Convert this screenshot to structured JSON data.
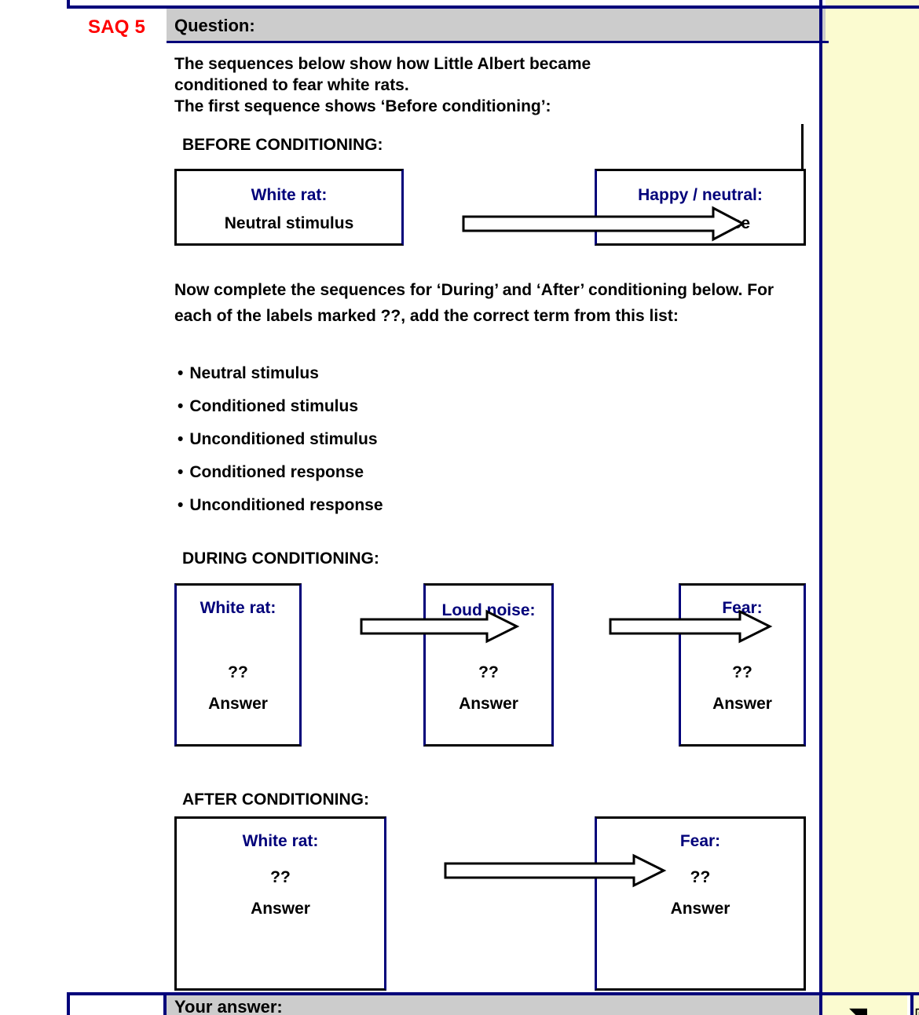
{
  "worksheet": {
    "saq_label": "SAQ 5",
    "question_header": "Question:",
    "answer_header": "Your answer:"
  },
  "intro": {
    "line1": "The sequences below show how Little Albert became",
    "line2": "conditioned to fear white rats.",
    "line3": "The first sequence shows ‘Before conditioning’:"
  },
  "instructions": {
    "text": "Now complete the sequences for ‘During’ and ‘After’ conditioning below. For each of the labels marked ??, add the correct term from this list:"
  },
  "term_list": [
    "Neutral stimulus",
    "Conditioned stimulus",
    "Unconditioned stimulus",
    "Conditioned response",
    "Unconditioned response"
  ],
  "sections": {
    "before": {
      "title": "BEFORE CONDITIONING:",
      "boxes": [
        {
          "title": "White rat:",
          "sub": "Neutral stimulus"
        },
        {
          "title": "Happy / neutral:",
          "sub": "No response"
        }
      ]
    },
    "during": {
      "title": "DURING CONDITIONING:",
      "boxes": [
        {
          "title": "White rat:",
          "marker": "??",
          "sub": "Answer"
        },
        {
          "title": "Loud noise:",
          "marker": "??",
          "sub": "Answer"
        },
        {
          "title": "Fear:",
          "marker": "??",
          "sub": "Answer"
        }
      ]
    },
    "after": {
      "title": "AFTER CONDITIONING:",
      "boxes": [
        {
          "title": "White rat:",
          "marker": "??",
          "sub": "Answer"
        },
        {
          "title": "Fear:",
          "marker": "??",
          "sub": "Answer"
        }
      ]
    }
  },
  "icons": {
    "left_icon": "◥",
    "right_icon": "▣"
  },
  "colors": {
    "table_border": "#00007a",
    "header_band": "#cccccc",
    "side_panel": "#fbfbd0",
    "saq_text": "#ff0000",
    "box_title_text": "#00007a"
  }
}
